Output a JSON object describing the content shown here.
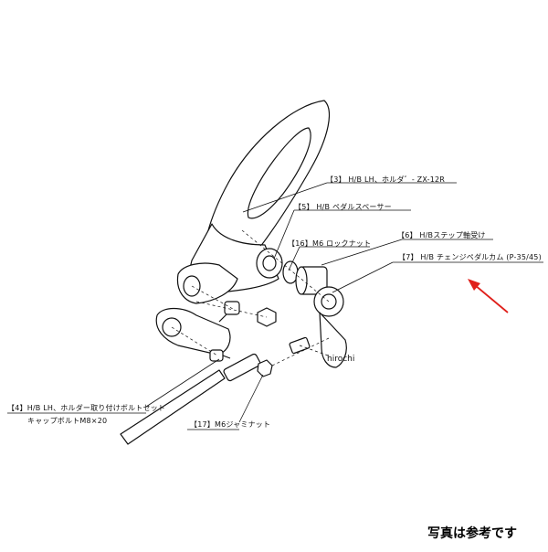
{
  "parts": [
    {
      "id": "3",
      "label": "【3】 H/B  LH、ホルダ゛-  ZX-12R"
    },
    {
      "id": "5",
      "label": "【5】 H/B  ペダルスペーサー"
    },
    {
      "id": "6",
      "label": "【6】 H/Bステップ軸受け"
    },
    {
      "id": "16",
      "label": "【16】M6  ロックナット"
    },
    {
      "id": "7",
      "label": "【7】 H/B  チェンジペダルカム (P-35/45)"
    },
    {
      "id": "4",
      "label": "【4】H/B  LH、ホルダー取り付けボルトセット",
      "sublabel": "キャップボルトM8×20"
    },
    {
      "id": "17",
      "label": "【17】M6ジャミナット"
    }
  ],
  "watermark": "hirochi",
  "footer_note": "写真は参考です",
  "colors": {
    "line": "#111111",
    "arrow": "#e0201b",
    "background": "#ffffff"
  }
}
